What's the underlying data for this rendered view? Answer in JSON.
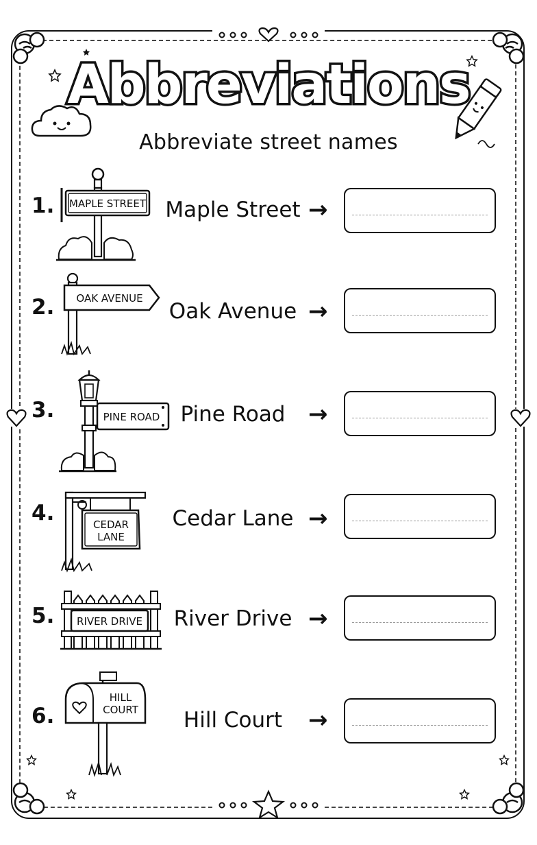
{
  "title": "Abbreviations",
  "subtitle": "Abbreviate street names",
  "items": [
    {
      "number": "1.",
      "sign_text": "MAPLE STREET",
      "street": "Maple Street",
      "arrow": "→"
    },
    {
      "number": "2.",
      "sign_text": "OAK AVENUE",
      "street": "Oak Avenue",
      "arrow": "→"
    },
    {
      "number": "3.",
      "sign_text": "PINE ROAD",
      "street": "Pine Road",
      "arrow": "→"
    },
    {
      "number": "4.",
      "sign_text_line1": "CEDAR",
      "sign_text_line2": "LANE",
      "street": "Cedar Lane",
      "arrow": "→"
    },
    {
      "number": "5.",
      "sign_text": "RIVER DRIVE",
      "street": "River Drive",
      "arrow": "→"
    },
    {
      "number": "6.",
      "sign_text_line1": "HILL",
      "sign_text_line2": "COURT",
      "street": "Hill Court",
      "arrow": "→"
    }
  ]
}
